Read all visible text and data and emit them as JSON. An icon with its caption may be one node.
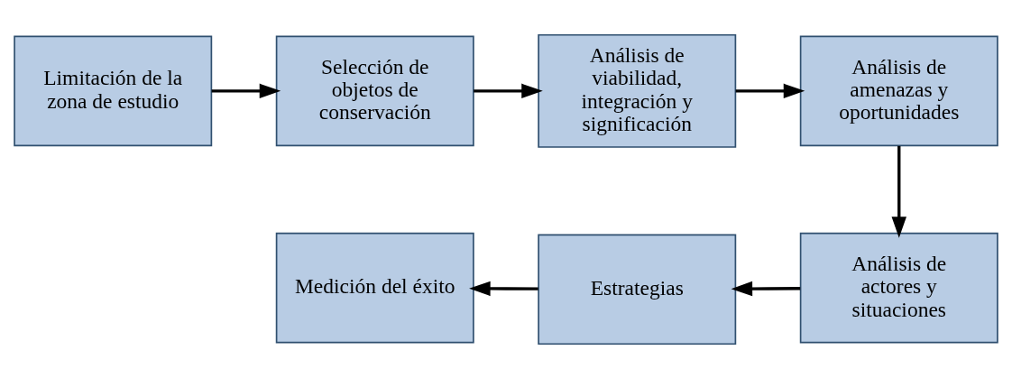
{
  "diagram": {
    "nodes": [
      {
        "text": [
          "Limitación de la zona de estudio"
        ]
      },
      {
        "text": [
          "Selección de objetos de conservación"
        ]
      },
      {
        "text": [
          "Análisis de viabilidad, integración y significación"
        ]
      },
      {
        "text": [
          "Análisis de amenazas y oportunidades"
        ]
      },
      {
        "text": [
          "Análisis de actores y situaciones"
        ]
      },
      {
        "text": [
          "Estrategias"
        ]
      },
      {
        "text": [
          "Medición del éxito"
        ]
      }
    ],
    "edges": [
      {
        "from": 0,
        "to": 1,
        "arrow": "to"
      },
      {
        "from": 1,
        "to": 2,
        "arrow": "to"
      },
      {
        "from": 2,
        "to": 3,
        "arrow": "to"
      },
      {
        "from": 3,
        "to": 4,
        "arrow": "to"
      },
      {
        "from": 4,
        "to": 5,
        "arrow": "to"
      },
      {
        "from": 5,
        "to": 6,
        "arrow": "to"
      }
    ]
  }
}
